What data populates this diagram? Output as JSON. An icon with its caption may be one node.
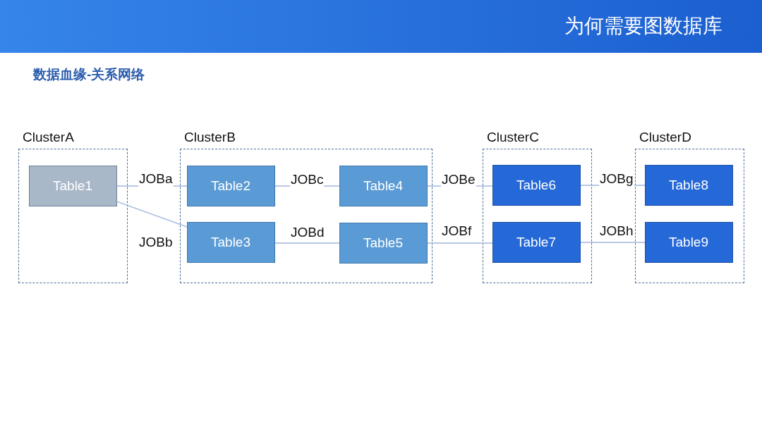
{
  "diagram": {
    "title": "为何需要图数据库",
    "nodes": [
      {
        "text": [
          "ClusterA"
        ]
      },
      {
        "text": [
          "Table1"
        ],
        "in": 0
      },
      {
        "text": [
          "ClusterB"
        ]
      },
      {
        "text": [
          "Table2"
        ],
        "in": 2
      },
      {
        "text": [
          "Table3"
        ],
        "in": 2
      },
      {
        "text": [
          "Table4"
        ],
        "in": 2
      },
      {
        "text": [
          "Table5"
        ],
        "in": 2
      },
      {
        "text": [
          "ClusterC"
        ]
      },
      {
        "text": [
          "Table6"
        ],
        "in": 7
      },
      {
        "text": [
          "Table7"
        ],
        "in": 7
      },
      {
        "text": [
          "ClusterD"
        ]
      },
      {
        "text": [
          "Table8"
        ],
        "in": 10
      },
      {
        "text": [
          "Table9"
        ],
        "in": 10
      }
    ],
    "edges": [
      {
        "from": 1,
        "to": 3,
        "arrow": "none",
        "label": "JOBa"
      },
      {
        "from": 1,
        "to": 4,
        "arrow": "none",
        "label": "JOBb"
      },
      {
        "from": 3,
        "to": 5,
        "arrow": "none",
        "label": "JOBc"
      },
      {
        "from": 4,
        "to": 6,
        "arrow": "none",
        "label": "JOBd"
      },
      {
        "from": 5,
        "to": 8,
        "arrow": "none",
        "label": "JOBe"
      },
      {
        "from": 6,
        "to": 9,
        "arrow": "none",
        "label": "JOBf"
      },
      {
        "from": 8,
        "to": 11,
        "arrow": "none",
        "label": "JOBg"
      },
      {
        "from": 9,
        "to": 12,
        "arrow": "none",
        "label": "JOBh"
      }
    ],
    "labels": [
      "数据血缘-关系网络"
    ]
  }
}
